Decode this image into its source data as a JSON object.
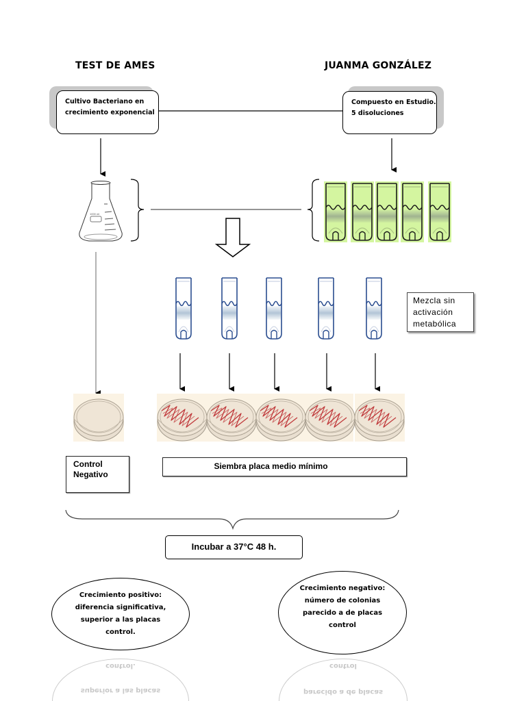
{
  "header": {
    "left_title": "TEST DE AMES",
    "right_title": "JUANMA GONZÁLEZ"
  },
  "boxes": {
    "culture": [
      "Cultivo Bacteriano en",
      "crecimiento exponencial"
    ],
    "compound": [
      "Compuesto en Estudio.",
      "5 disoluciones"
    ]
  },
  "flask": {
    "icon": "erlenmeyer-flask-icon",
    "volume_label": "1000 ml"
  },
  "dilution_tubes": {
    "count": 5,
    "fill_color": "#d4f5a0",
    "outline_color": "#1a1a1a"
  },
  "mix_tubes": {
    "count": 5,
    "outline_color": "#2a4d8f"
  },
  "callout": [
    "Mezcla sin",
    "activación",
    "metabólica"
  ],
  "plates": {
    "control_count": 1,
    "streaked_count": 5,
    "background": "#fbf3e4",
    "streak_color": "#c0393b"
  },
  "labels": {
    "control": [
      "Control",
      "Negativo"
    ],
    "sowing": "Siembra placa medio mínimo",
    "incubate": "Incubar a 37°C 48 h."
  },
  "outcomes": {
    "positive": [
      "Crecimiento positivo:",
      "diferencia significativa,",
      "superior a las placas",
      "control."
    ],
    "negative": [
      "Crecimiento negativo:",
      "número de colonias",
      "parecido a de placas",
      "control"
    ]
  }
}
